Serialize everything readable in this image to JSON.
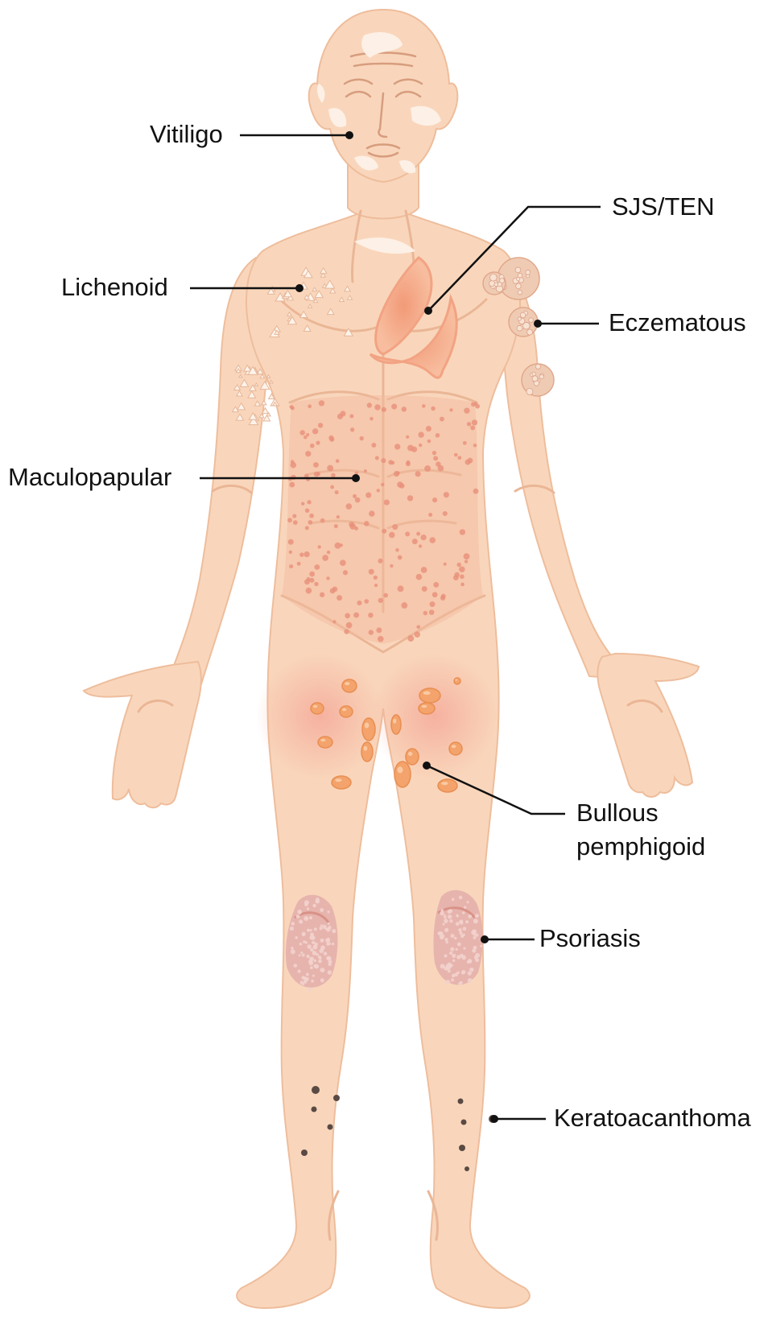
{
  "labels": {
    "vitiligo": "Vitiligo",
    "sjs_ten": "SJS/TEN",
    "lichenoid": "Lichenoid",
    "eczematous": "Eczematous",
    "maculopapular": "Maculopapular",
    "bullous_line1": "Bullous",
    "bullous_line2": "pemphigoid",
    "psoriasis": "Psoriasis",
    "keratoacanthoma": "Keratoacanthoma"
  },
  "colors": {
    "skin": "#f9d6bb",
    "skin_shadow": "#eebd9c",
    "lesion_red": "#e9907a",
    "blister": "#f3a36b",
    "plaque": "#e3aeaa",
    "leader": "#111111"
  }
}
